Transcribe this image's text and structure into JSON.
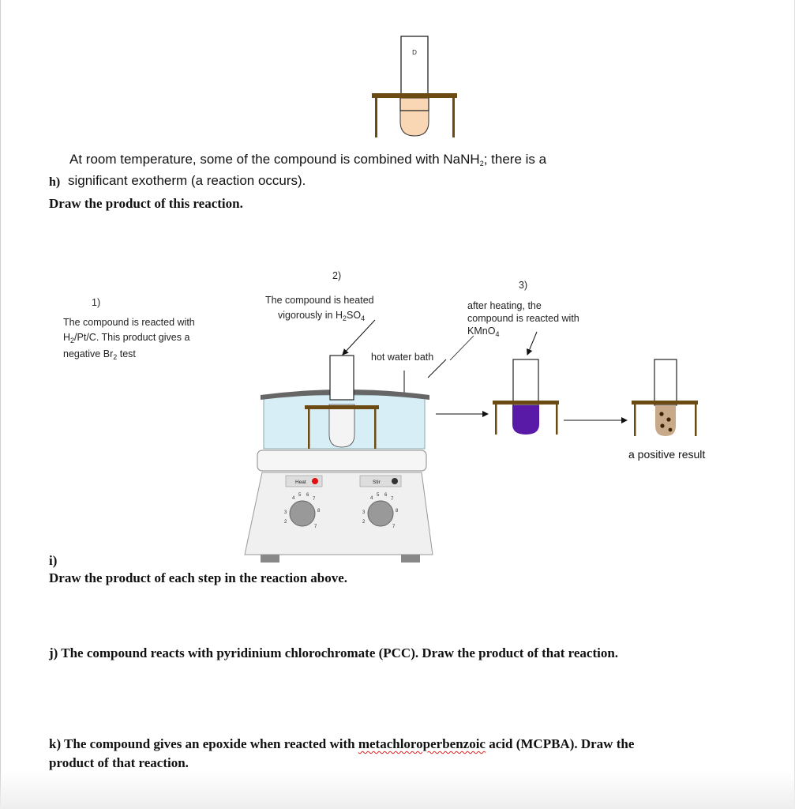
{
  "top_tube_label": "D",
  "h": {
    "marker": "h)",
    "line1_pre": "At room temperature, some of the compound is combined with NaNH",
    "line1_sub": "2",
    "line1_post": "; there is a",
    "line2": "significant exotherm (a reaction occurs).",
    "instruction": "Draw the product of this reaction."
  },
  "steps": {
    "step1_num": "1)",
    "step1_l1": "The compound is reacted with",
    "step1_l2_pre": "H",
    "step1_l2_sub": "2",
    "step1_l2_post": "/Pt/C.  This product gives a",
    "step1_l3_pre": "negative Br",
    "step1_l3_sub": "2",
    "step1_l3_post": " test",
    "step2_num": "2)",
    "step2_l1": "The compound is heated",
    "step2_l2_pre": "vigorously in H",
    "step2_l2_sub1": "2",
    "step2_l2_mid": "SO",
    "step2_l2_sub2": "4",
    "hot_water_bath": "hot water bath",
    "step3_num": "3)",
    "step3_l1": "after heating, the",
    "step3_l2": "compound is reacted with",
    "step3_l3_pre": "KMnO",
    "step3_l3_sub": "4",
    "positive_result": "a positive result",
    "hotplate_heat": "Heat",
    "hotplate_stir": "Stir"
  },
  "i": {
    "marker": "i)",
    "instruction": "Draw the product of each step in the reaction above."
  },
  "j": {
    "text": "j) The compound reacts with pyridinium chlorochromate (PCC). Draw the product of that reaction."
  },
  "k": {
    "pre": "k) The compound gives an epoxide when reacted with ",
    "term": "metachloroperbenzoic",
    "post": " acid (MCPBA). Draw the",
    "line2": "product of that reaction."
  },
  "colors": {
    "stand_brown": "#6b4a14",
    "tube_peach": "#f9d6b4",
    "bath_water": "#d8eef6",
    "kmno4_purple": "#5a1aa8",
    "result_tan": "#c8aa8a",
    "heat_dot": "#e01010",
    "stir_dot": "#333333"
  }
}
